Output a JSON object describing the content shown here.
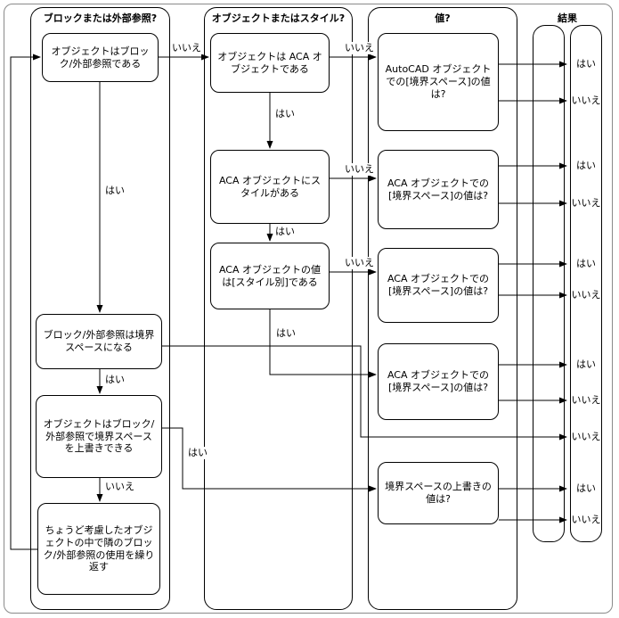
{
  "headers": {
    "col1": "ブロックまたは外部参照?",
    "col2": "オブジェクトまたはスタイル?",
    "col3": "値?",
    "col4": "結果"
  },
  "nodes": {
    "b1": "オブジェクトはブロック/外部参照である",
    "b2": "ブロック/外部参照は境界スペースになる",
    "b3": "オブジェクトはブロック/外部参照で境界スペースを上書きできる",
    "b4": "ちょうど考慮したオブジェクトの中で隣のブロック/外部参照の使用を繰り返す",
    "c1": "オブジェクトは ACA オブジェクトである",
    "c2": "ACA オブジェクトにスタイルがある",
    "c3": "ACA オブジェクトの値は[スタイル別]である",
    "d1": "AutoCAD オブジェクトでの[境界スペース]の値は?",
    "d2": "ACA オブジェクトでの[境界スペース]の値は?",
    "d3": "ACA オブジェクトでの[境界スペース]の値は?",
    "d4": "ACA オブジェクトでの[境界スペース]の値は?",
    "d5": "境界スペースの上書きの値は?"
  },
  "edges": [
    {
      "from": "b1",
      "to": "c1",
      "label": "いいえ"
    },
    {
      "from": "b1",
      "to": "b2",
      "label": "はい"
    },
    {
      "from": "c1",
      "to": "d1",
      "label": "いいえ"
    },
    {
      "from": "c1",
      "to": "c2",
      "label": "はい"
    },
    {
      "from": "c2",
      "to": "d2",
      "label": "いいえ"
    },
    {
      "from": "c2",
      "to": "c3",
      "label": "はい"
    },
    {
      "from": "c3",
      "to": "d3",
      "label": "いいえ"
    },
    {
      "from": "c3",
      "to": "d4",
      "label": "はい"
    },
    {
      "from": "b2",
      "to": "b3",
      "label": "はい"
    },
    {
      "from": "b3",
      "to": "d5",
      "label": "はい"
    },
    {
      "from": "b3",
      "to": "b4",
      "label": "いいえ"
    },
    {
      "from": "b2",
      "to": "result",
      "label": "いいえ"
    },
    {
      "from": "b4",
      "to": "b1",
      "label": ""
    }
  ],
  "results": [
    "はい",
    "いいえ",
    "はい",
    "いいえ",
    "はい",
    "いいえ",
    "はい",
    "いいえ",
    "いいえ",
    "はい",
    "いいえ"
  ]
}
